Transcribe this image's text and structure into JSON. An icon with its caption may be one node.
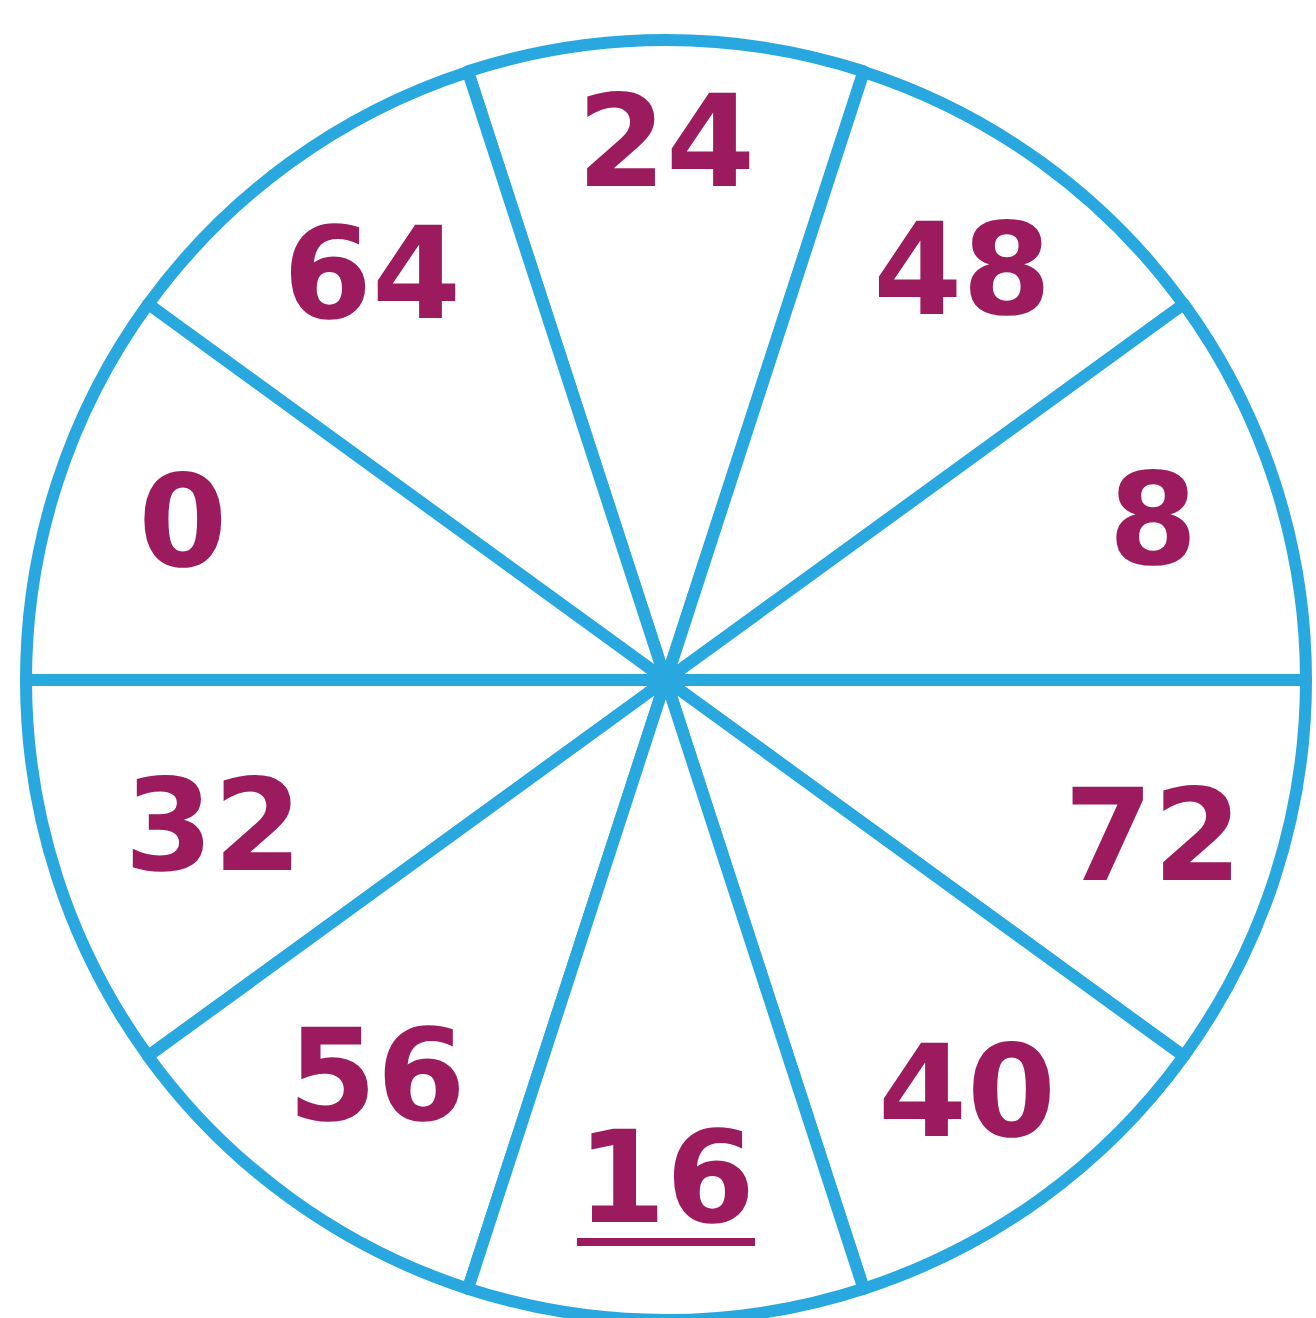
{
  "diagram": {
    "nodes": [
      {
        "text": [
          "24"
        ]
      },
      {
        "text": [
          "64"
        ]
      },
      {
        "text": [
          "48"
        ]
      },
      {
        "text": [
          "0"
        ]
      },
      {
        "text": [
          "8"
        ]
      },
      {
        "text": [
          "32"
        ]
      },
      {
        "text": [
          "72"
        ]
      },
      {
        "text": [
          "56"
        ]
      },
      {
        "text": [
          "40"
        ]
      },
      {
        "text": [
          "16"
        ]
      }
    ]
  }
}
